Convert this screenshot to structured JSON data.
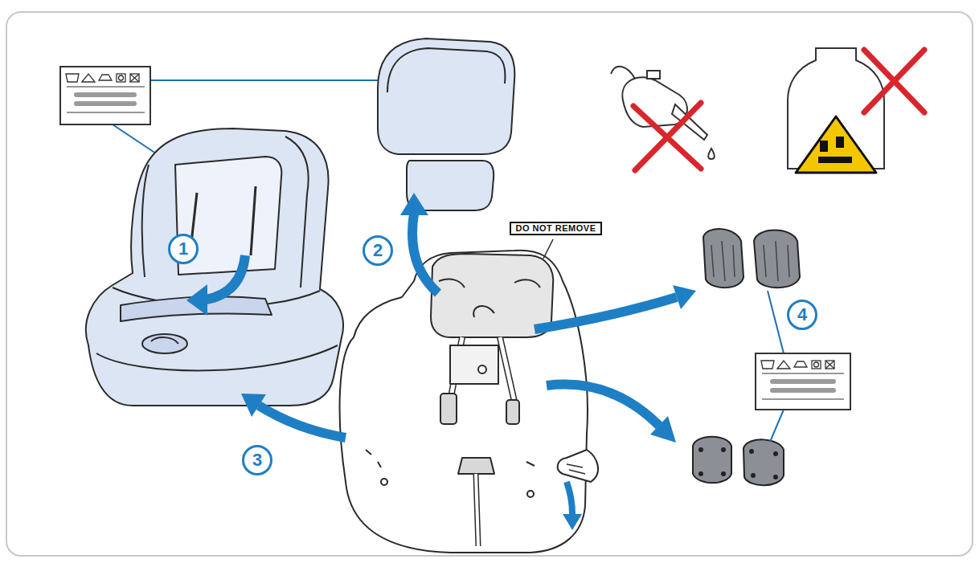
{
  "diagram": {
    "nodes": [
      {
        "text": [
          "DO NOT REMOVE"
        ]
      },
      {
        "text": [
          "1"
        ]
      },
      {
        "text": [
          "2"
        ]
      },
      {
        "text": [
          "4"
        ]
      },
      {
        "text": [
          "3"
        ]
      }
    ]
  }
}
